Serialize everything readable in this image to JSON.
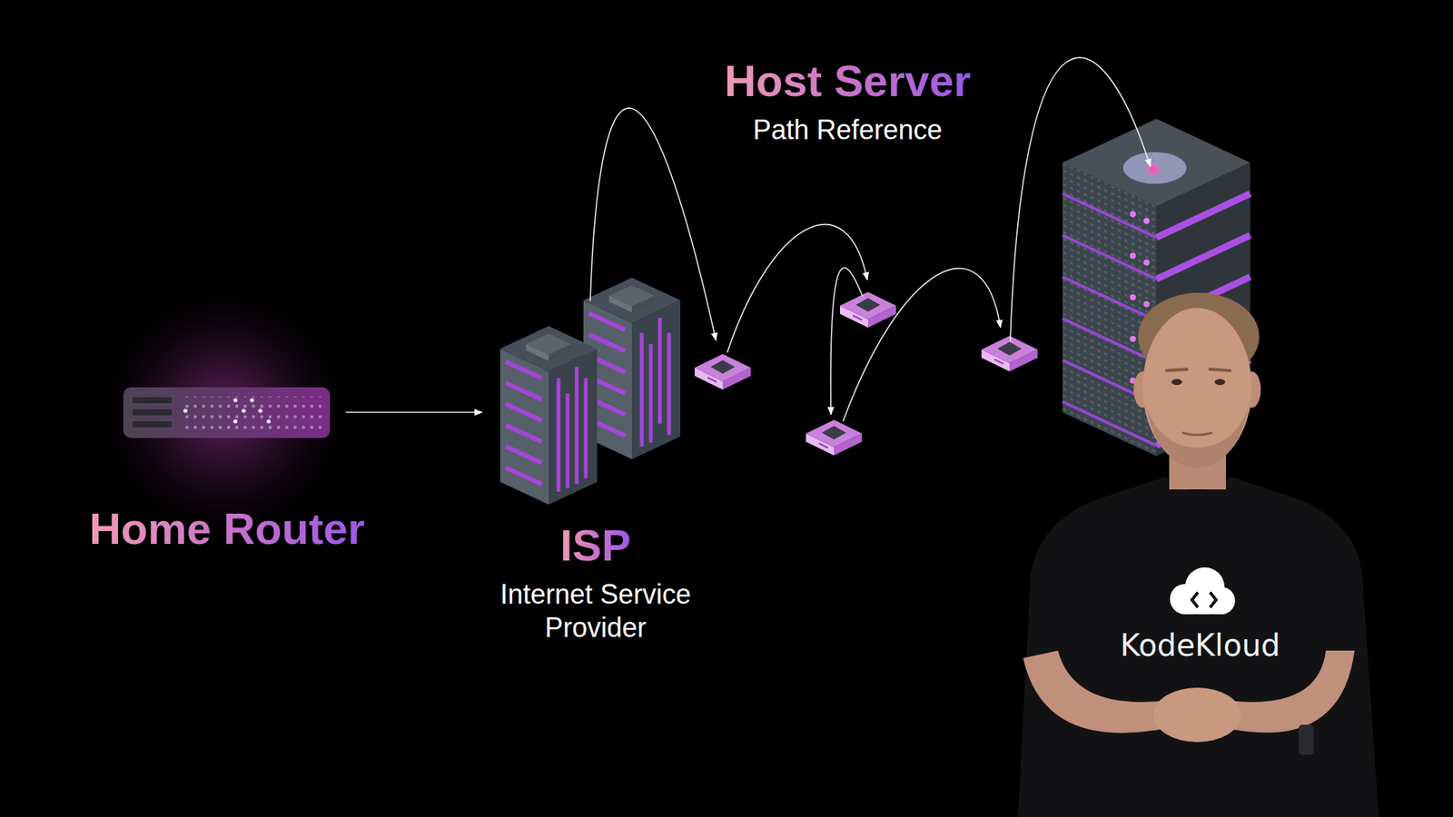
{
  "diagram": {
    "nodes": [
      {
        "text": [
          "Home Router"
        ]
      },
      {
        "text": [
          "ISP",
          "Internet Service Provider"
        ]
      },
      {
        "text": [
          "Host Server",
          "Path Reference"
        ]
      }
    ],
    "edges": [
      {
        "from": 0,
        "to": 1,
        "arrow": "to"
      }
    ],
    "labels": [
      "KodeKloud"
    ]
  }
}
